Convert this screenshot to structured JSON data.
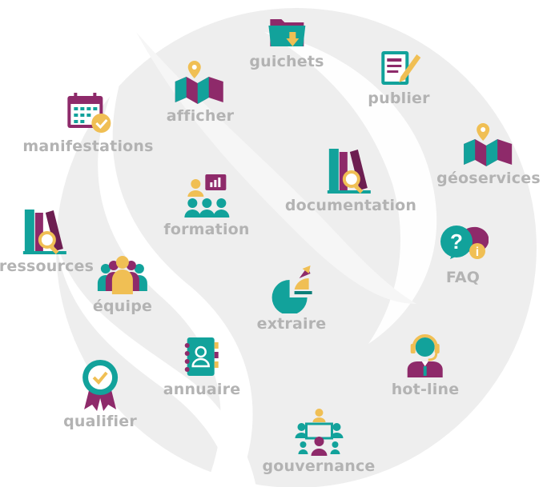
{
  "colors": {
    "teal": "#12a29b",
    "teal_dark": "#0c7f79",
    "purple": "#8e2a6a",
    "purple_dark": "#6d1e51",
    "yellow": "#f0bf54",
    "label_gray": "#b3b3b3",
    "swirl_gray": "#eeeeee"
  },
  "items": [
    {
      "id": "guichets",
      "label": "guichets",
      "icon": "folder-download-icon"
    },
    {
      "id": "publier",
      "label": "publier",
      "icon": "document-edit-icon"
    },
    {
      "id": "afficher",
      "label": "afficher",
      "icon": "map-pin-icon"
    },
    {
      "id": "manifestations",
      "label": "manifestations",
      "icon": "calendar-check-icon"
    },
    {
      "id": "geoservices",
      "label": "géoservices",
      "icon": "map-pin-icon"
    },
    {
      "id": "documentation",
      "label": "documentation",
      "icon": "books-search-icon"
    },
    {
      "id": "formation",
      "label": "formation",
      "icon": "training-audience-icon"
    },
    {
      "id": "ressources",
      "label": "ressources",
      "icon": "books-search-icon"
    },
    {
      "id": "faq",
      "label": "FAQ",
      "icon": "speech-bubble-question-icon"
    },
    {
      "id": "equipe",
      "label": "équipe",
      "icon": "team-group-icon"
    },
    {
      "id": "extraire",
      "label": "extraire",
      "icon": "pie-chart-extract-icon"
    },
    {
      "id": "annuaire",
      "label": "annuaire",
      "icon": "address-book-icon"
    },
    {
      "id": "hotline",
      "label": "hot-line",
      "icon": "headset-operator-icon"
    },
    {
      "id": "qualifier",
      "label": "qualifier",
      "icon": "quality-badge-icon"
    },
    {
      "id": "gouvernance",
      "label": "gouvernance",
      "icon": "meeting-table-icon"
    }
  ]
}
